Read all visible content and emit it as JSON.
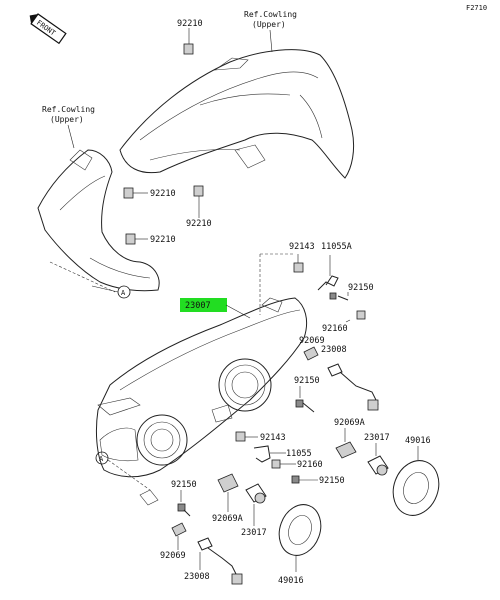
{
  "diagram_code": "F2710",
  "front_label": "FRONT",
  "refs": {
    "cowling_top": "Ref.Cowling\n(Upper)",
    "cowling_left": "Ref.Cowling\n(Upper)"
  },
  "callout_A": "A",
  "highlight": {
    "part": "23007",
    "color": "#22dd22"
  },
  "parts": [
    "92210",
    "92210",
    "92210",
    "92210",
    "92210",
    "92143",
    "11055A",
    "92150",
    "92160",
    "92069",
    "23008",
    "92150",
    "92069A",
    "23017",
    "49016",
    "92143",
    "11055",
    "92160",
    "92150",
    "92150",
    "92069A",
    "23017",
    "92069",
    "23008",
    "49016"
  ]
}
